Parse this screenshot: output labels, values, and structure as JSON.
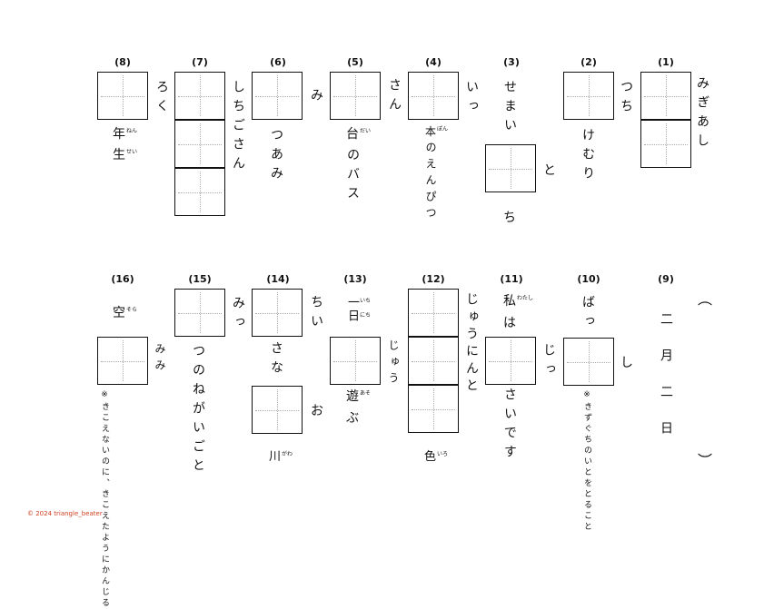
{
  "problems": {
    "n1": {
      "number": "(1)",
      "reading": "みぎあし"
    },
    "n2": {
      "number": "(2)",
      "reading": "つち",
      "text": "けむり"
    },
    "n3": {
      "number": "(3)",
      "reading": "せまい",
      "text_right": "と",
      "text_below": "ち"
    },
    "n4": {
      "number": "(4)",
      "reading": "いっ",
      "kanji": "本",
      "kanji_ruby": "ぽん",
      "text": "のえんぴつ"
    },
    "n5": {
      "number": "(5)",
      "reading": "さん",
      "kanji": "台",
      "kanji_ruby": "だい",
      "text": "のバス"
    },
    "n6": {
      "number": "(6)",
      "reading": "み",
      "text": "つあみ"
    },
    "n7": {
      "number": "(7)",
      "reading": "しちごさん"
    },
    "n8": {
      "number": "(8)",
      "reading": "ろく",
      "kanji1": "年",
      "kanji1_ruby": "ねん",
      "kanji2": "生",
      "kanji2_ruby": "せい"
    },
    "n9": {
      "number": "(9)",
      "text": "二月二日",
      "paren_open": "︵",
      "paren_close": "︶"
    },
    "n10": {
      "number": "(10)",
      "reading": "ばっ",
      "text_right": "し",
      "reading2": "じっ",
      "note": "※きずぐちのいとをとること"
    },
    "n11": {
      "number": "(11)",
      "kanji": "私",
      "kanji_ruby": "わたし",
      "text": "は",
      "text2": "さいです"
    },
    "n12": {
      "number": "(12)",
      "reading": "じゅうにんと",
      "kanji": "色",
      "kanji_ruby": "いろ"
    },
    "n13": {
      "number": "(13)",
      "kanji": "一日",
      "kanji_ruby1": "いち",
      "kanji_ruby2": "にち",
      "reading": "じゅう",
      "kanji2": "遊",
      "kanji2_ruby": "あそ",
      "text2": "ぶ"
    },
    "n14": {
      "number": "(14)",
      "reading": "ちい",
      "text": "さな",
      "reading2": "お",
      "kanji": "川",
      "kanji_ruby": "がわ"
    },
    "n15": {
      "number": "(15)",
      "reading": "みっ",
      "text": "つのねがいごと"
    },
    "n16": {
      "number": "(16)",
      "kanji": "空",
      "kanji_ruby": "そら",
      "reading": "みみ",
      "note": "※きこえないのに、きこえたようにかんじる"
    }
  },
  "copyright": "© 2024 triangle_beater"
}
